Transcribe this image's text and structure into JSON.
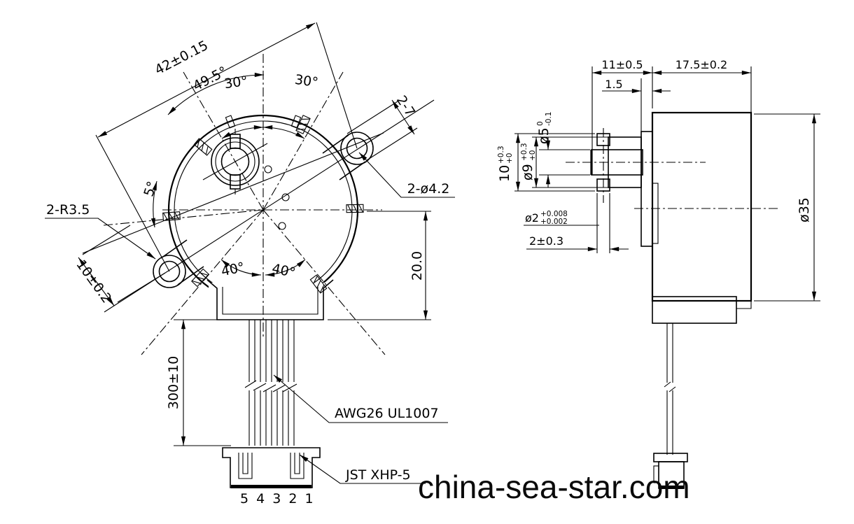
{
  "watermark": "china-sea-star.com",
  "front_view": {
    "dim_42": "42±0.15",
    "dim_49_5": "49.5°",
    "dim_30_left": "30°",
    "dim_30_right": "30°",
    "dim_2_7": "2-7",
    "dim_holes": "2-ø4.2",
    "dim_radius": "2-R3.5",
    "dim_5deg": "5°",
    "dim_10_offset": "10±0.2",
    "dim_40_left": "40°",
    "dim_40_right": "40°",
    "dim_20": "20.0",
    "dim_wire_length": "300±10",
    "label_wire": "AWG26 UL1007",
    "label_connector": "JST XHP-5",
    "pin_numbers": "5 4 3 2 1"
  },
  "side_view": {
    "dim_11": "11±0.5",
    "dim_17_5": "17.5±0.2",
    "dim_1_5": "1.5",
    "dim_shaft_dia": {
      "base": "ø5",
      "sup": "0",
      "sub": "-0.1"
    },
    "dim_pin_span": {
      "base": "10",
      "sup": "+0.3",
      "sub": "+0"
    },
    "dim_boss_dia": {
      "base": "ø9",
      "sup": "+0.3",
      "sub": "+0"
    },
    "dim_pin_dia": {
      "base": "ø2",
      "sup": "+0.008",
      "sub": "+0.002"
    },
    "dim_pin_height": "2±0.3",
    "dim_body_dia": "ø35"
  }
}
